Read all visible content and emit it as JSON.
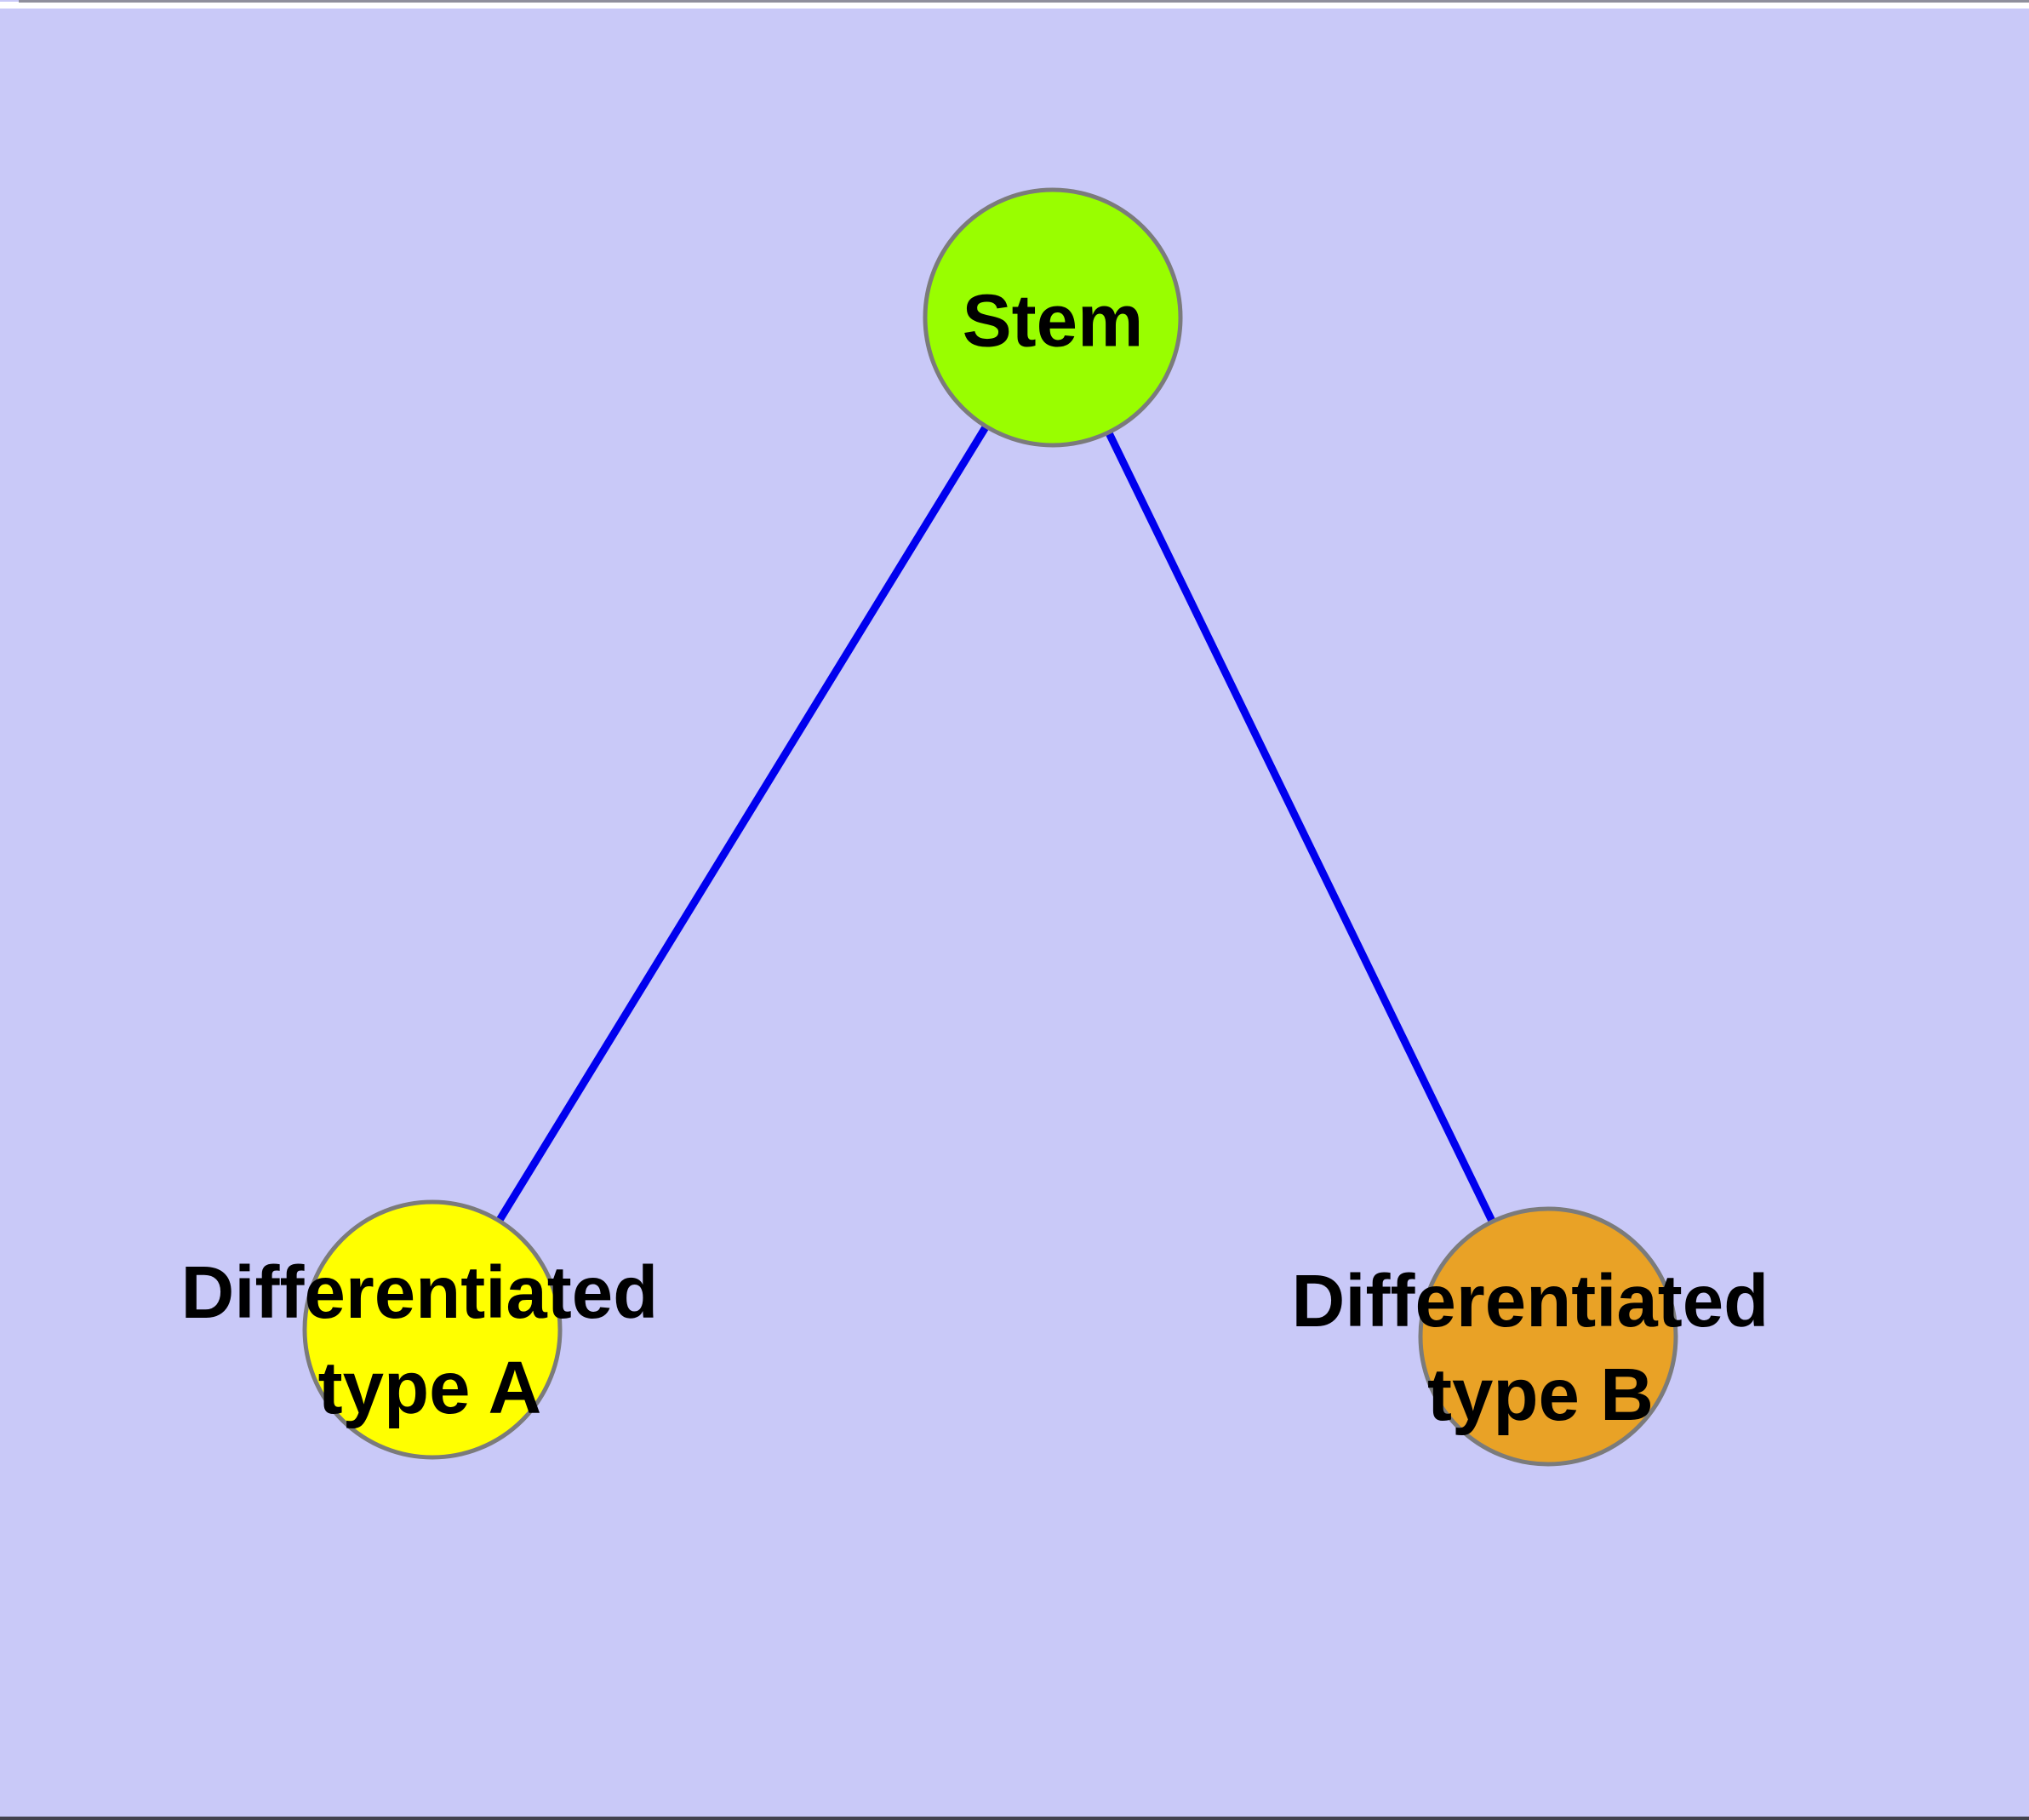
{
  "frame": {
    "top_edge_color": "#8f8f9c",
    "top_strip_color": "#ffffff",
    "bottom_edge_color": "#42424e"
  },
  "canvas": {
    "background_color": "#c9c9f8"
  },
  "graph": {
    "edge_color": "#0000ee",
    "node_border_color": "#7b7b7b",
    "label_color": "#000000",
    "nodes": [
      {
        "id": "stem",
        "label": "Stem",
        "label_line1": "Stem",
        "label_line2": "",
        "fill": "#99fe00"
      },
      {
        "id": "differentiated-type-a",
        "label": "Differentiated type A",
        "label_line1": "Differentiated",
        "label_line2": "type A",
        "fill": "#ffff00"
      },
      {
        "id": "differentiated-type-b",
        "label": "Differentiated type B",
        "label_line1": "Differentiated",
        "label_line2": "type B",
        "fill": "#e9a226"
      }
    ],
    "edges": [
      {
        "from": "Stem",
        "to": "Differentiated type A"
      },
      {
        "from": "Stem",
        "to": "Differentiated type B"
      }
    ]
  }
}
